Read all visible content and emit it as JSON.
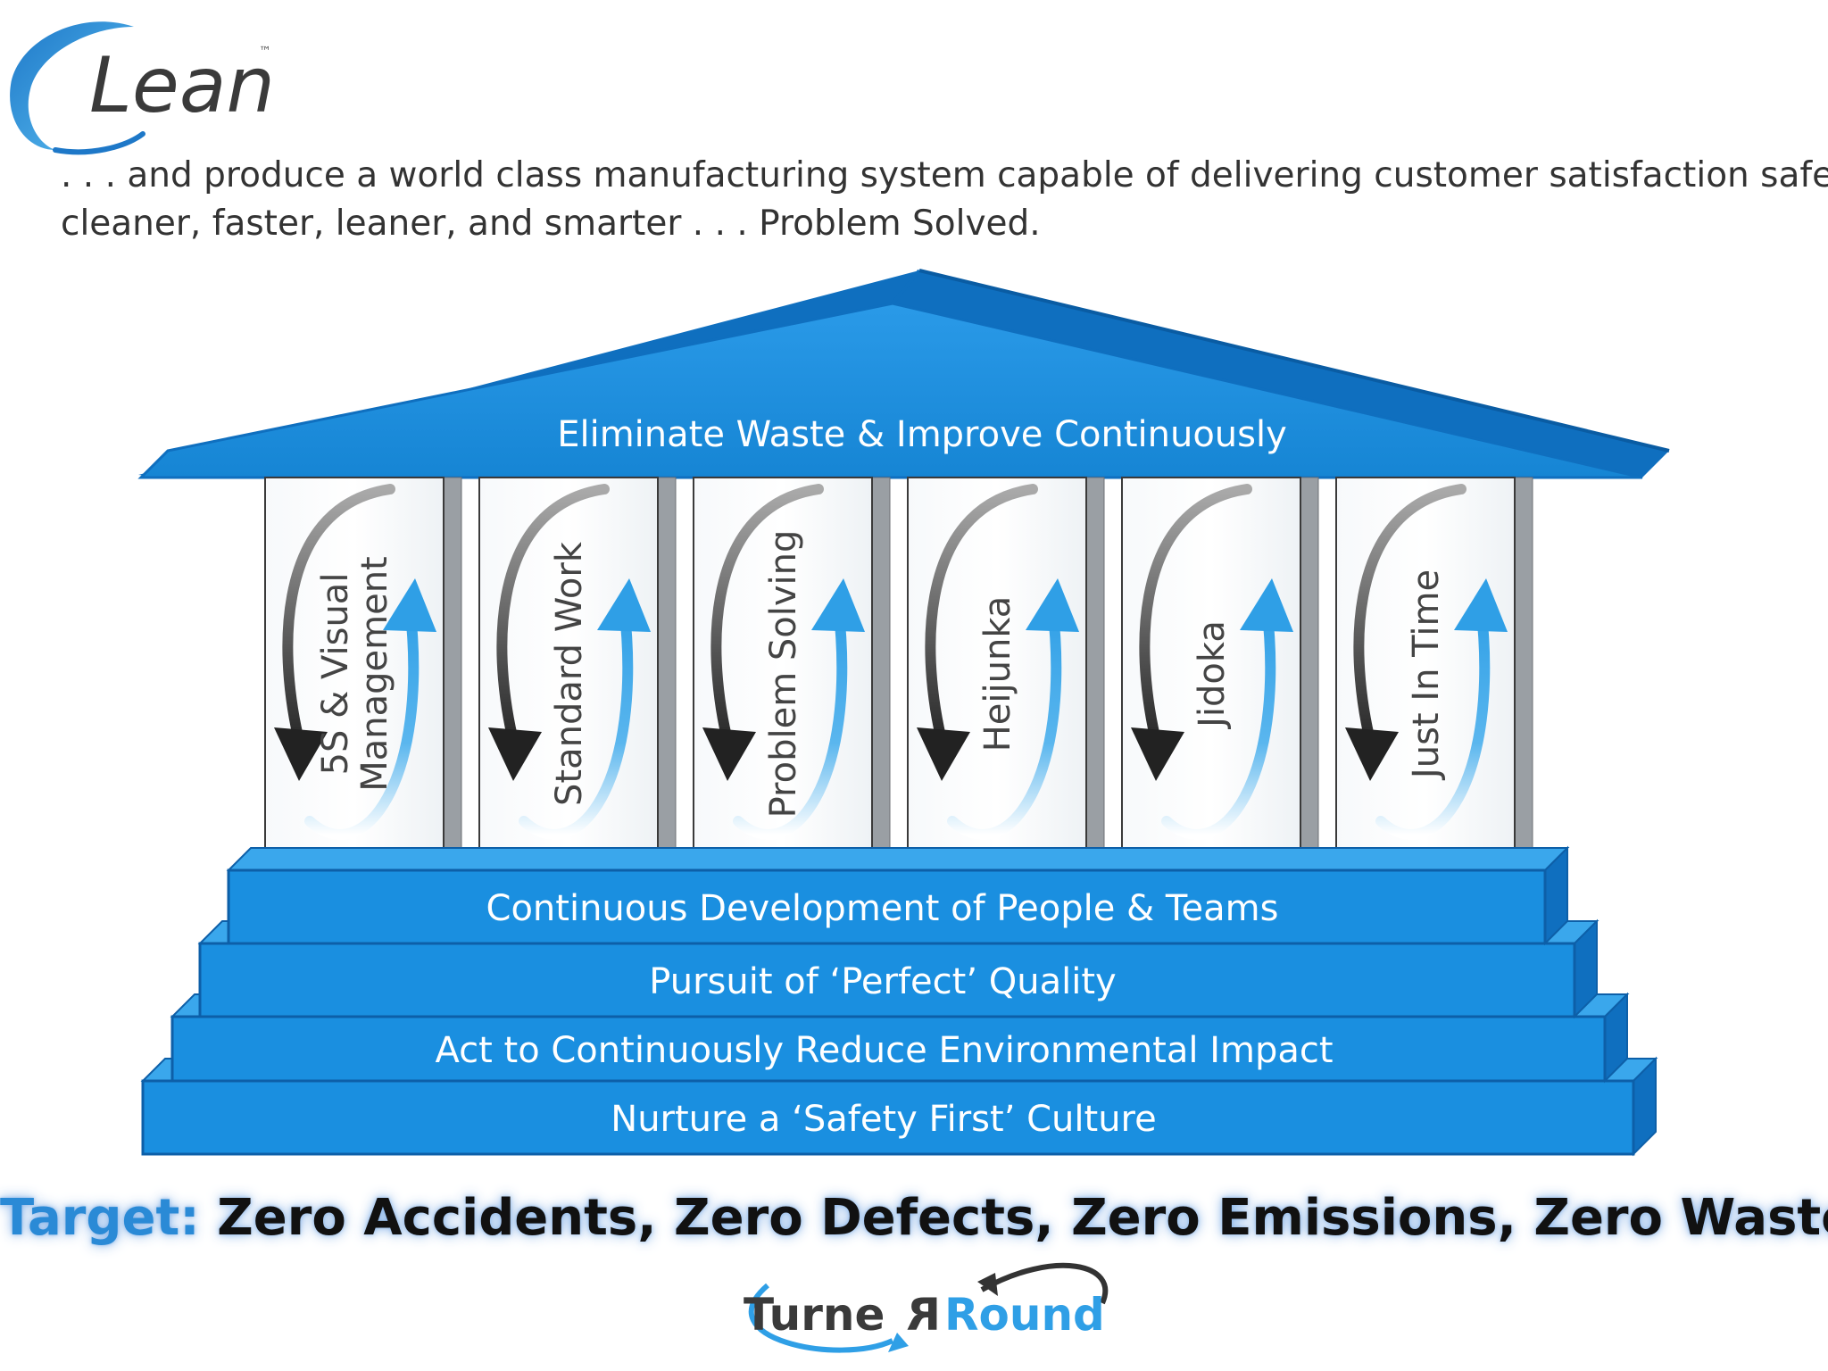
{
  "logo": {
    "text": "Lean",
    "trademark": "™"
  },
  "tagline": {
    "line1": ". . . and produce a world class manufacturing system capable of delivering customer satisfaction safer,",
    "line2": "cleaner, faster, leaner, and smarter . . . Problem Solved."
  },
  "roof": {
    "label": "Eliminate Waste & Improve Continuously"
  },
  "pillars": [
    {
      "line1": "5S  & Visual",
      "line2": "Management"
    },
    {
      "line1": "Standard Work",
      "line2": ""
    },
    {
      "line1": "Problem Solving",
      "line2": ""
    },
    {
      "line1": "Heijunka",
      "line2": ""
    },
    {
      "line1": "Jidoka",
      "line2": ""
    },
    {
      "line1": "Just In Time",
      "line2": ""
    }
  ],
  "steps": [
    {
      "label": "Continuous Development of People & Teams"
    },
    {
      "label": "Pursuit of ‘Perfect’ Quality"
    },
    {
      "label": "Act to Continuously Reduce Environmental Impact"
    },
    {
      "label": "Nurture a ‘Safety First’ Culture"
    }
  ],
  "target": {
    "label": "Target:",
    "text": " Zero Accidents, Zero Defects, Zero Emissions, Zero Waste."
  },
  "footer_logo": {
    "part1": "Turne",
    "part2": "R",
    "part3": "Round"
  },
  "colors": {
    "primary_blue": "#1a8fe0",
    "dark_blue": "#0d5fa8",
    "text_dark": "#333333",
    "pillar_arrow_light": "#2f9fe6"
  }
}
